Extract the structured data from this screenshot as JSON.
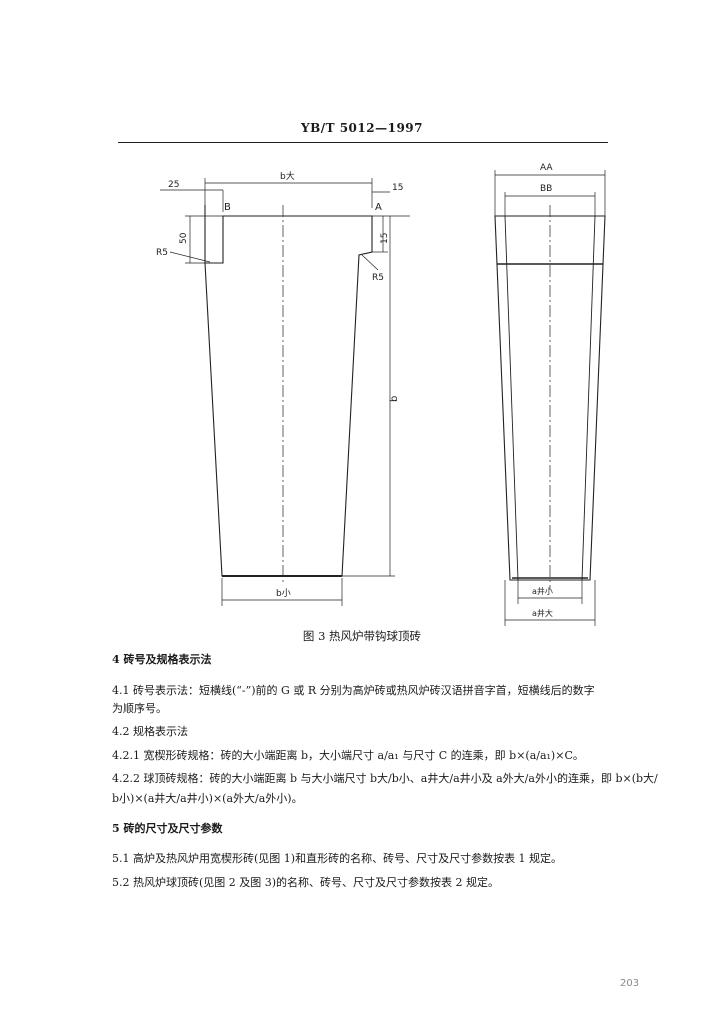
{
  "header": {
    "standard": "YB/T  5012—1997"
  },
  "figure": {
    "left_labels": {
      "dim_25": "25",
      "dim_b_big": "b大",
      "dim_15_top": "15",
      "corner_B": "B",
      "corner_A": "A",
      "dim_50": "50",
      "dim_15_side": "15",
      "radius_left": "R5",
      "radius_right": "R5",
      "dim_b": "b",
      "dim_b_small": "b小"
    },
    "right_labels": {
      "dim_AA": "AA",
      "dim_BB": "BB",
      "dim_a_well_small": "a井小",
      "dim_a_well_big": "a井大"
    },
    "caption": "图 3   热风炉带钩球顶砖"
  },
  "sections": [
    {
      "id": "s4",
      "text": "4   砖号及规格表示法"
    },
    {
      "id": "p41a",
      "text": "4.1   砖号表示法：短横线(“-”)前的 G 或 R 分别为高炉砖或热风炉砖汉语拼音字首，短横线后的数字"
    },
    {
      "id": "p41b",
      "text": "为顺序号。"
    },
    {
      "id": "p42",
      "text": "4.2   规格表示法"
    },
    {
      "id": "p421",
      "text": "4.2.1   宽楔形砖规格：砖的大小端距离 b，大小端尺寸 a/a₁ 与尺寸 C 的连乘，即 b×(a/a₁)×C。"
    },
    {
      "id": "p422a",
      "text": "4.2.2   球顶砖规格：砖的大小端距离 b 与大小端尺寸 b大/b小、a井大/a井小及 a外大/a外小的连乘，即 b×(b大/"
    },
    {
      "id": "p422b",
      "text": "b小)×(a井大/a井小)×(a外大/a外小)。"
    },
    {
      "id": "s5",
      "text": "5   砖的尺寸及尺寸参数"
    },
    {
      "id": "p51",
      "text": "5.1   高炉及热风炉用宽楔形砖(见图 1)和直形砖的名称、砖号、尺寸及尺寸参数按表 1 规定。"
    },
    {
      "id": "p52",
      "text": "5.2   热风炉球顶砖(见图 2 及图 3)的名称、砖号、尺寸及尺寸参数按表 2 规定。"
    }
  ],
  "page_number": "203"
}
